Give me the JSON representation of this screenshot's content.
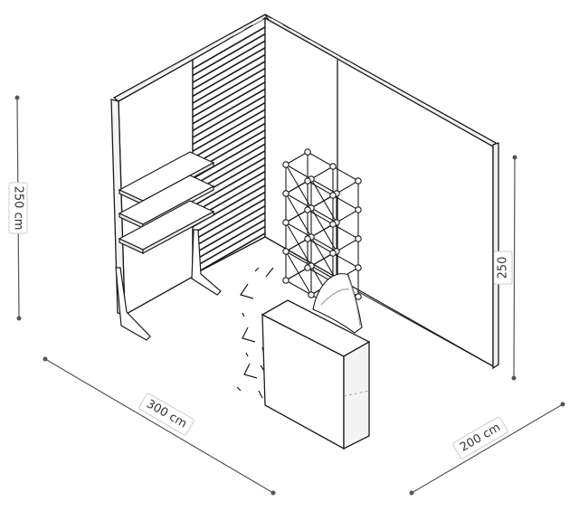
{
  "dimensions": {
    "height_left": "250 cm",
    "height_right": "250",
    "width_front": "300 cm",
    "depth_side": "200 cm"
  },
  "colors": {
    "line": "#1a1a1a",
    "dim_line": "#555555",
    "label_bg": "#ffffff",
    "label_border": "#cccccc"
  }
}
